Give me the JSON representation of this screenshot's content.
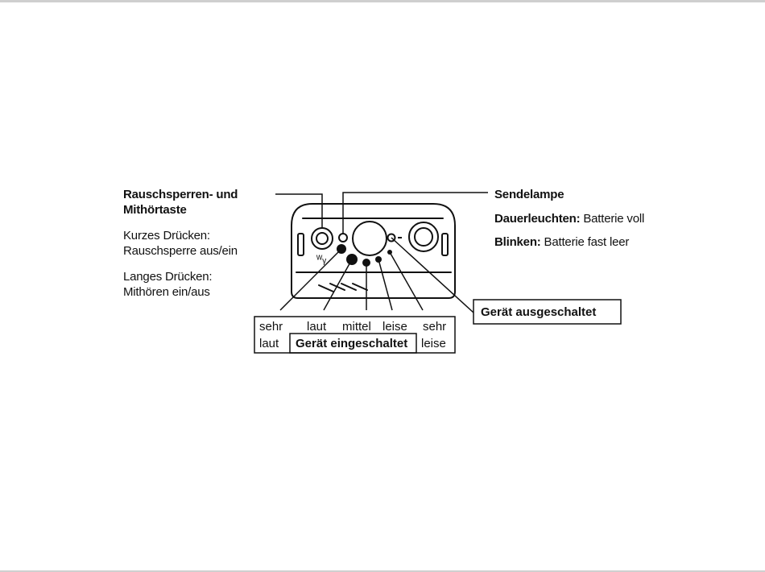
{
  "left_panel": {
    "title_line1": "Rauschsperren- und",
    "title_line2": "Mithörtaste",
    "short_line1": "Kurzes Drücken:",
    "short_line2": "Rauschsperre aus/ein",
    "long_line1": "Langes Drücken:",
    "long_line2": "Mithören ein/aus"
  },
  "right_panel": {
    "title": "Sendelampe",
    "steady_label": "Dauerleuchten:",
    "steady_value": "Batterie voll",
    "blink_label": "Blinken:",
    "blink_value": "Batterie fast leer"
  },
  "off_label": "Gerät ausgeschaltet",
  "volume_table": {
    "labels": [
      "sehr",
      "laut",
      "mittel",
      "leise",
      "sehr"
    ],
    "bottom_left": "laut",
    "bottom_center": "Gerät eingeschaltet",
    "bottom_right": "leise"
  },
  "device": {
    "mark": "ʷᵧ"
  }
}
